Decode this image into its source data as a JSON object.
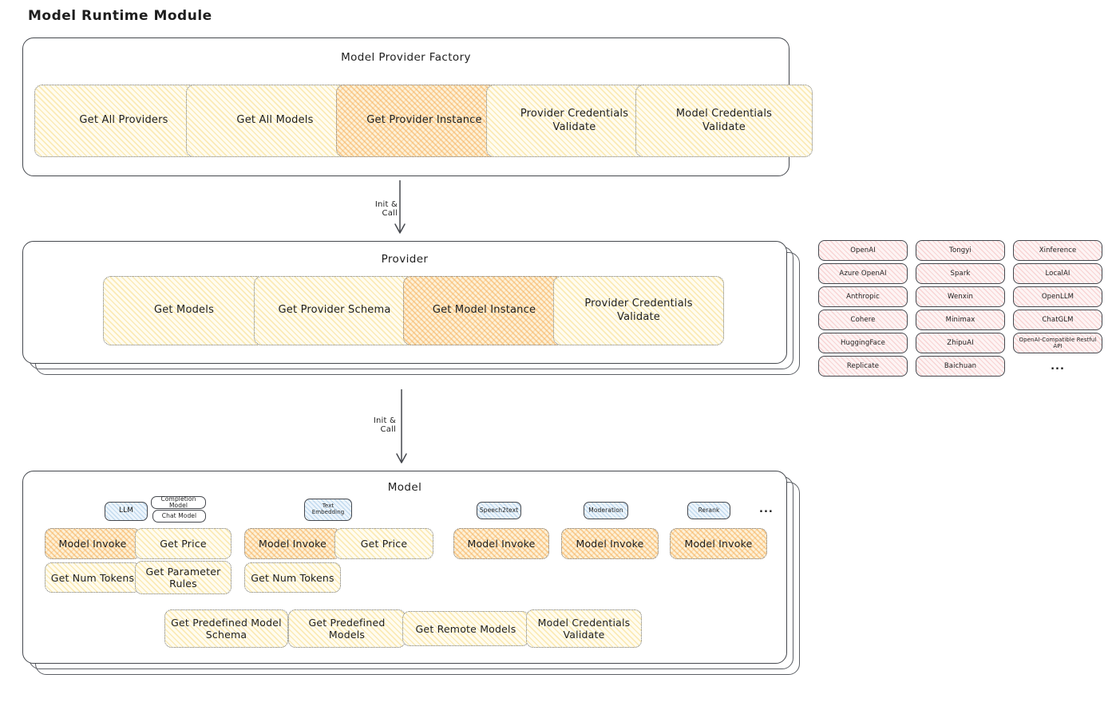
{
  "title": "Model Runtime Module",
  "colors": {
    "node_yellow": "#ffec99",
    "highlight_orange": "#f6ad55",
    "provider_pink": "#ffc9c9",
    "type_tag_blue": "#a5d8ff",
    "ink": "#1e1e1e",
    "frame_gray": "#45484e"
  },
  "factory": {
    "title": "Model Provider Factory",
    "boxes": [
      "Get All Providers",
      "Get All Models",
      "Get Provider Instance",
      "Provider Credentials Validate",
      "Model Credentials Validate"
    ]
  },
  "arrow1": {
    "label": "Init & Call"
  },
  "arrow2": {
    "label": "Init & Call"
  },
  "provider": {
    "title": "Provider",
    "boxes": [
      "Get Models",
      "Get Provider Schema",
      "Get Model Instance",
      "Provider Credentials Validate"
    ]
  },
  "registry": {
    "rows": [
      [
        "OpenAI",
        "Tongyi",
        "Xinference"
      ],
      [
        "Azure OpenAI",
        "Spark",
        "LocalAI"
      ],
      [
        "Anthropic",
        "Wenxin",
        "OpenLLM"
      ],
      [
        "Cohere",
        "Minimax",
        "ChatGLM"
      ],
      [
        "HuggingFace",
        "ZhipuAI",
        "OpenAI-Compatible Restful API"
      ],
      [
        "Replicate",
        "Baichuan",
        "..."
      ]
    ]
  },
  "model": {
    "title": "Model",
    "tag_llm": "LLM",
    "tag_completion": "Completion Model",
    "tag_chat": "Chat Model",
    "tag_text_embedding": "Text Embedding",
    "tag_speech2text": "Speech2text",
    "tag_moderation": "Moderation",
    "tag_rerank": "Rerank",
    "tags_more": "...",
    "fn_model_invoke": "Model Invoke",
    "fn_get_price": "Get Price",
    "fn_get_num_tokens": "Get Num Tokens",
    "fn_get_parameter_rules": "Get Parameter Rules",
    "bottom": [
      "Get Predefined Model Schema",
      "Get Predefined Models",
      "Get Remote Models",
      "Model Credentials Validate"
    ]
  }
}
